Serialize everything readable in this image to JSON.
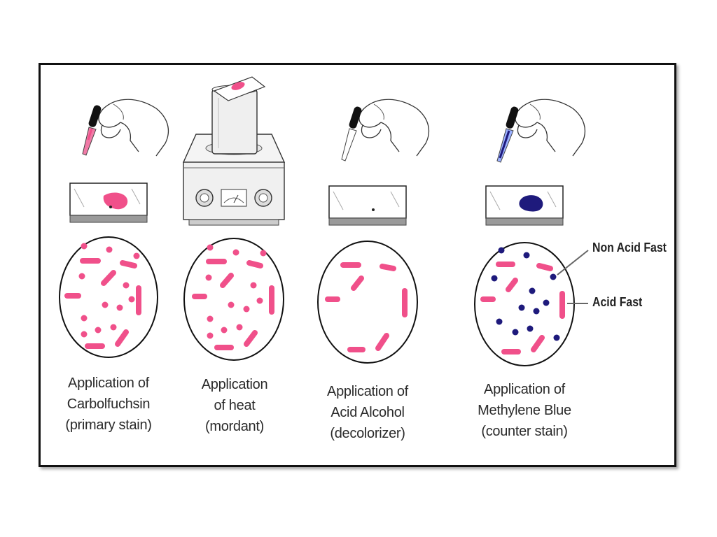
{
  "colors": {
    "carbol_fuchsin": "#f0508a",
    "methylene_blue": "#1e1a7c",
    "frame_border": "#111111"
  },
  "steps": [
    {
      "caption": [
        "Application of",
        "Carbolfuchsin",
        "(primary stain)"
      ],
      "dropper_fill": "pink",
      "slide_smear": "pink"
    },
    {
      "caption": [
        "Application",
        "of heat",
        "(mordant)"
      ],
      "dropper_fill": "none",
      "slide_smear": "pink"
    },
    {
      "caption": [
        "Application of",
        "Acid Alcohol",
        "(decolorizer)"
      ],
      "dropper_fill": "clear",
      "slide_smear": "none"
    },
    {
      "caption": [
        "Application of",
        "Methylene Blue",
        "(counter stain)"
      ],
      "dropper_fill": "blue",
      "slide_smear": "blue"
    }
  ],
  "labels": {
    "non_acid_fast": "Non Acid Fast",
    "acid_fast": "Acid Fast"
  }
}
